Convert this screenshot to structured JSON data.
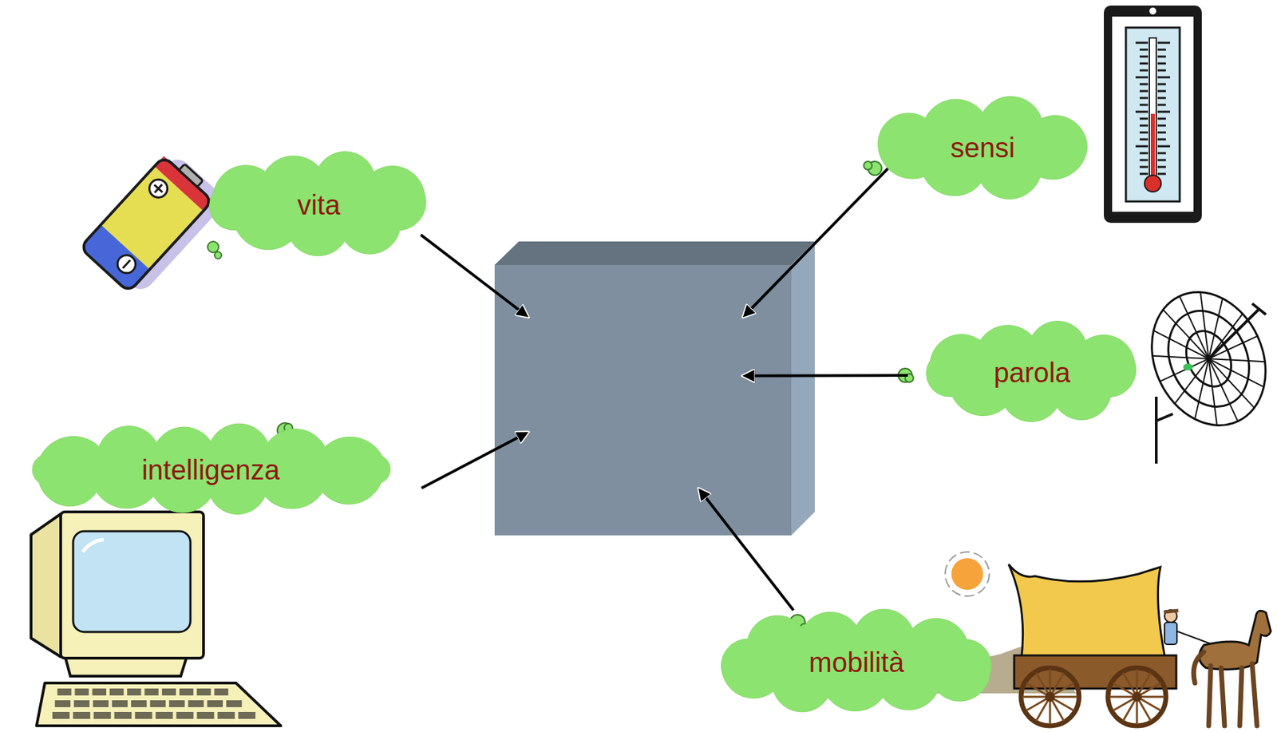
{
  "diagram": {
    "nodes": [
      {
        "text": [
          "vita"
        ]
      },
      {
        "text": [
          "sensi"
        ]
      },
      {
        "text": [
          "parola"
        ]
      },
      {
        "text": [
          "intelligenza"
        ]
      },
      {
        "text": [
          "mobilità"
        ]
      },
      {
        "text": []
      }
    ],
    "edges": [
      {
        "from": 0,
        "to": 5,
        "arrow": "to"
      },
      {
        "from": 1,
        "to": 5,
        "arrow": "to"
      },
      {
        "from": 2,
        "to": 5,
        "arrow": "to"
      },
      {
        "from": 3,
        "to": 5,
        "arrow": "to"
      },
      {
        "from": 4,
        "to": 5,
        "arrow": "to"
      }
    ]
  }
}
